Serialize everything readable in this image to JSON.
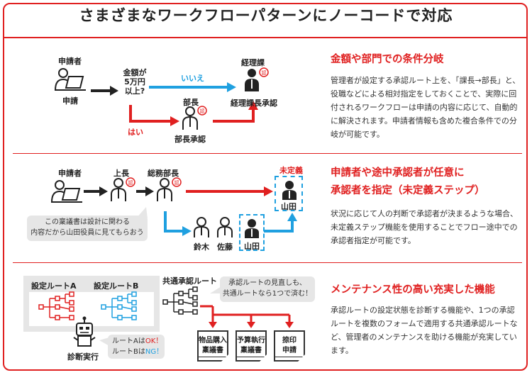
{
  "title": "さまざまなワークフローパターンにノーコードで対応",
  "colors": {
    "accent": "#e02020",
    "blue": "#1fa0e0",
    "gray": "#e6e6e6"
  },
  "section1": {
    "heading": "金額や部門での条件分岐",
    "body": "管理者が設定する承認ルート上を、「課長→部長」と、役職などによる相対指定をしておくことで、実際に回付されるワークフローは申請の内容に応じて、自動的に解決されます。申請者情報も含めた複合条件での分岐が可能です。",
    "applicant_label": "申請者",
    "apply_label": "申請",
    "condition": "金額が5万円以上?",
    "condition_line1": "金額が",
    "condition_line2": "5万円",
    "condition_line3": "以上?",
    "no_label": "いいえ",
    "yes_label": "はい",
    "manager_label": "部長",
    "manager_approve": "部長承認",
    "accounting_label": "経理課",
    "accounting_approve": "経理課長承認",
    "stamp": "認"
  },
  "section2": {
    "heading1": "申請者や途中承認者が任意に",
    "heading2": "承認者を指定（未定義ステップ）",
    "body": "状況に応じて人の判断で承認者が決まるような場合、未定義ステップ機能を使用することでフロー途中での承認者指定が可能です。",
    "applicant_label": "申請者",
    "boss_label": "上長",
    "gm_label": "総務部長",
    "undefined_label": "未定義",
    "yamada": "山田",
    "suzuki": "鈴木",
    "sato": "佐藤",
    "bubble_line1": "この稟議書は設計に関わる",
    "bubble_line2": "内容だから山田役員に見てもらおう"
  },
  "section3": {
    "heading": "メンテナンス性の高い充実した機能",
    "body": "承認ルートの設定状態を診断する機能や、1つの承認ルートを複数のフォームで適用する共通承認ルートなど、管理者のメンテナンスを助ける機能が充実しています。",
    "route_a": "設定ルートA",
    "route_b": "設定ルートB",
    "diagnose": "診断実行",
    "result_a_prefix": "ルートAは",
    "result_a_value": "OK！",
    "result_b_prefix": "ルートBは",
    "result_b_value": "NG！",
    "common_route": "共通承認ルート",
    "common_bubble_line1": "承認ルートの見直しも、",
    "common_bubble_line2": "共通ルートなら1つで済む！",
    "doc1_line1": "物品購入",
    "doc1_line2": "稟議書",
    "doc2_line1": "予算執行",
    "doc2_line2": "稟議書",
    "doc3_line1": "捺印",
    "doc3_line2": "申請"
  }
}
